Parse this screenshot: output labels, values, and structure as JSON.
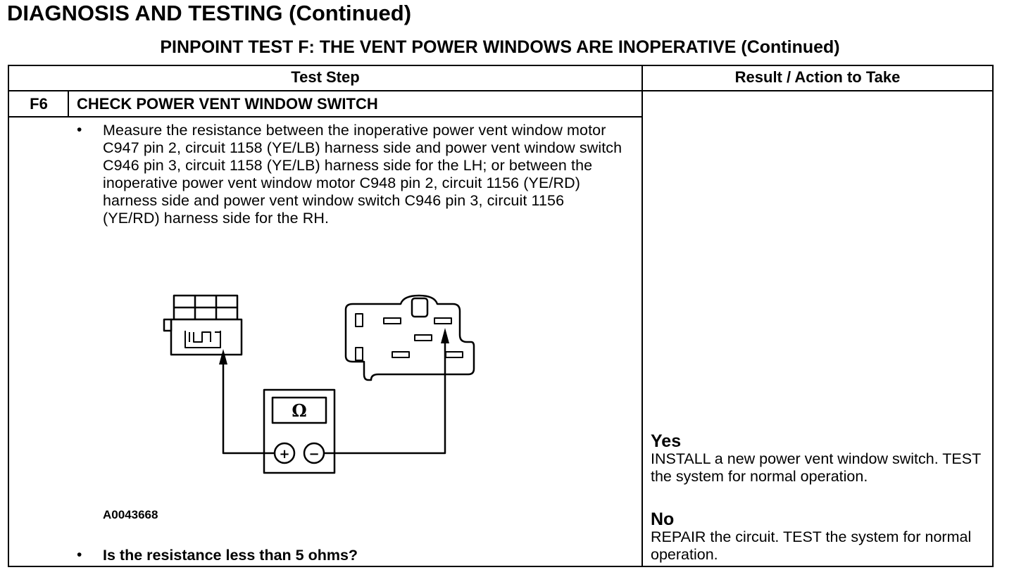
{
  "page": {
    "title": "DIAGNOSIS AND TESTING (Continued)",
    "test_title": "PINPOINT TEST F: THE VENT POWER WINDOWS ARE INOPERATIVE (Continued)"
  },
  "table": {
    "headers": {
      "test_step": "Test Step",
      "result": "Result / Action to Take"
    },
    "step": {
      "id": "F6",
      "title": "CHECK POWER VENT WINDOW SWITCH",
      "bullet": "•",
      "instruction": "Measure the resistance between the inoperative power vent window motor C947 pin 2, circuit 1158 (YE/LB) harness side and power vent window switch C946 pin 3, circuit 1158 (YE/LB) harness side for the LH; or between the inoperative power vent window motor C948 pin 2, circuit 1156 (YE/RD) harness side and power vent window switch C946 pin 3, circuit 1156 (YE/RD) harness side for the RH.",
      "figure_id": "A0043668",
      "question": "Is the resistance less than 5 ohms?"
    },
    "results": [
      {
        "answer": "Yes",
        "action": "INSTALL a new power vent window switch. TEST the system for normal operation."
      },
      {
        "answer": "No",
        "action": "REPAIR the circuit. TEST the system for normal operation."
      }
    ]
  },
  "diagram": {
    "meter_symbol": "Ω",
    "plus_symbol": "+",
    "minus_symbol": "−"
  }
}
